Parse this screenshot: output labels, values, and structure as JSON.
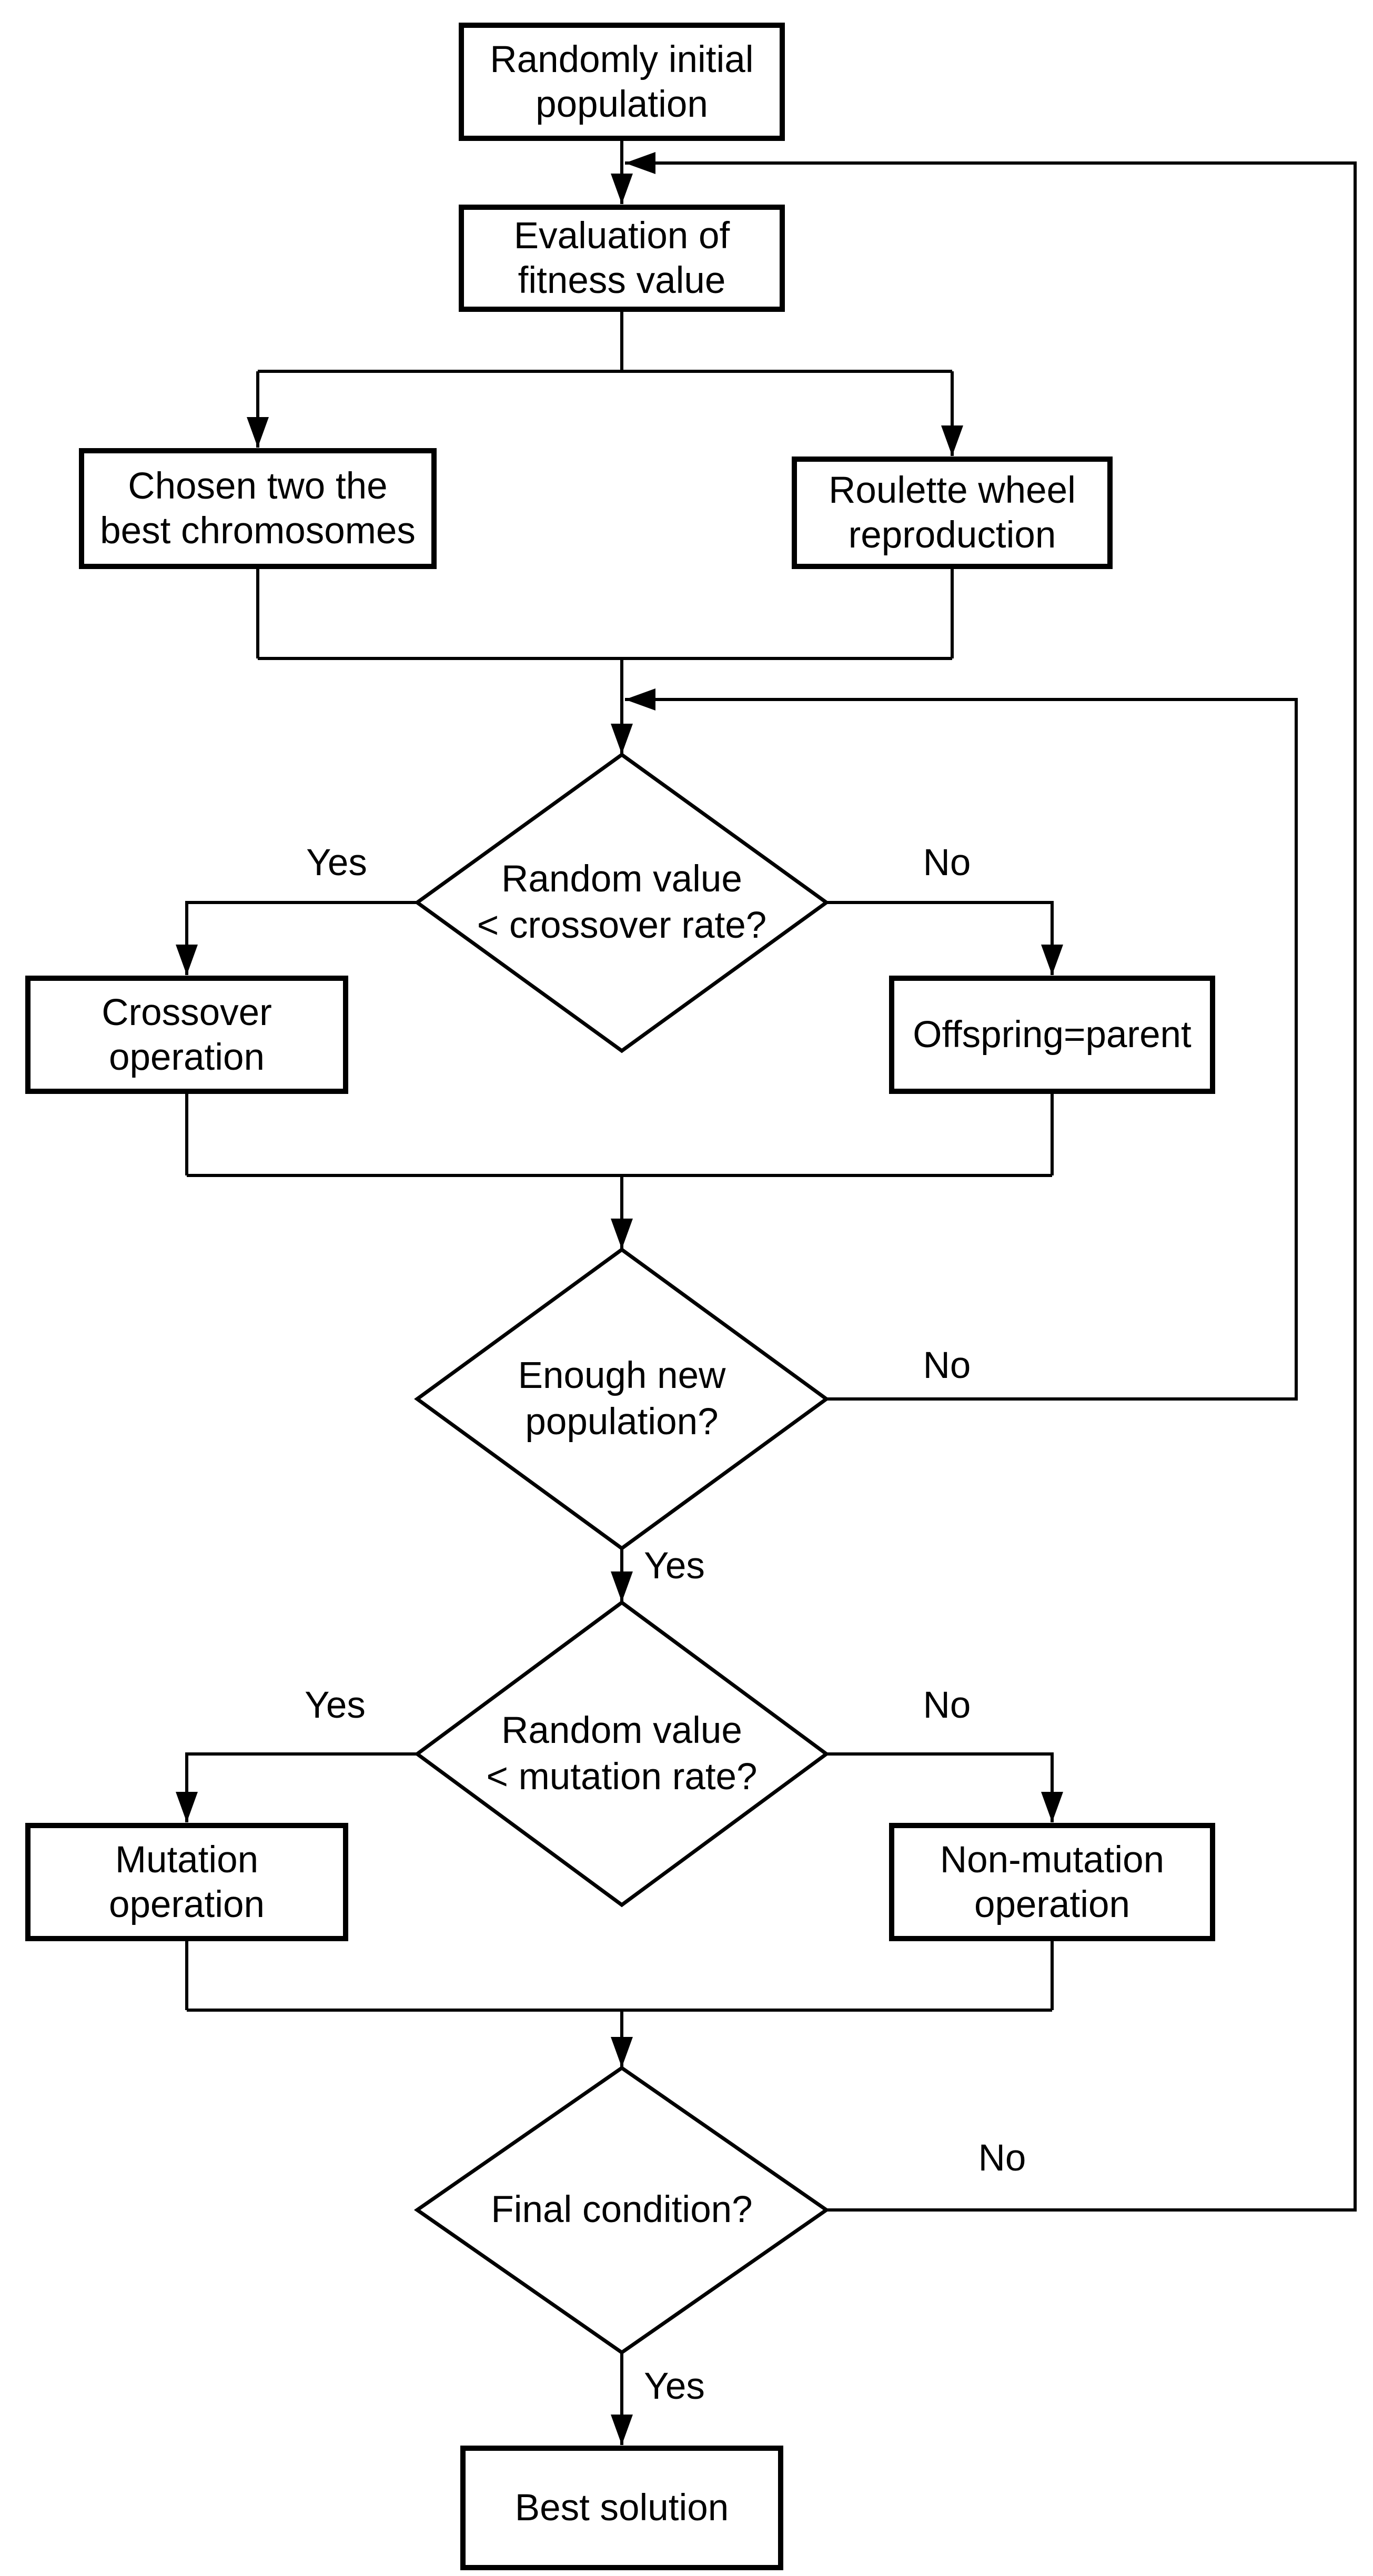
{
  "nodes": {
    "start": {
      "type": "process",
      "label": "Randomly initial\npopulation"
    },
    "evaluate": {
      "type": "process",
      "label": "Evaluation of\nfitness value"
    },
    "chosen": {
      "type": "process",
      "label": "Chosen two the\nbest chromosomes"
    },
    "roulette": {
      "type": "process",
      "label": "Roulette wheel\nreproduction"
    },
    "crossover_decision": {
      "type": "decision",
      "label": "Random value\n< crossover rate?"
    },
    "crossover": {
      "type": "process",
      "label": "Crossover\noperation"
    },
    "offspring": {
      "type": "process",
      "label": "Offspring=parent"
    },
    "enough_population": {
      "type": "decision",
      "label": "Enough new\npopulation?"
    },
    "mutation_decision": {
      "type": "decision",
      "label": "Random value\n< mutation rate?"
    },
    "mutation": {
      "type": "process",
      "label": "Mutation\noperation"
    },
    "non_mutation": {
      "type": "process",
      "label": "Non-mutation\noperation"
    },
    "final_condition": {
      "type": "decision",
      "label": "Final condition?"
    },
    "best": {
      "type": "process",
      "label": "Best solution"
    }
  },
  "edge_labels": {
    "crossover_yes": "Yes",
    "crossover_no": "No",
    "enough_no": "No",
    "enough_yes": "Yes",
    "mutation_yes": "Yes",
    "mutation_no": "No",
    "final_no": "No",
    "final_yes": "Yes"
  },
  "colors": {
    "line": "#000000",
    "background": "#ffffff",
    "text": "#000000"
  }
}
